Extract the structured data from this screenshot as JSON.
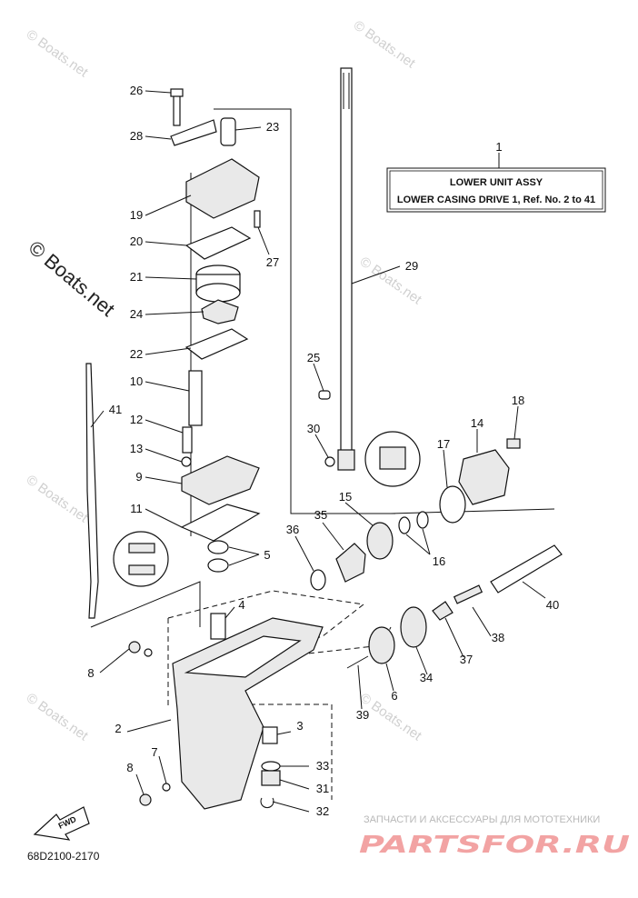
{
  "assembly_box": {
    "line1": "LOWER UNIT ASSY",
    "line2": "LOWER CASING DRIVE 1, Ref. No. 2 to 41"
  },
  "callouts": [
    "26",
    "28",
    "23",
    "19",
    "20",
    "27",
    "21",
    "24",
    "22",
    "10",
    "12",
    "13",
    "9",
    "11",
    "5",
    "4",
    "41",
    "8",
    "2",
    "7",
    "8",
    "3",
    "33",
    "31",
    "32",
    "29",
    "25",
    "30",
    "1",
    "18",
    "14",
    "17",
    "15",
    "35",
    "36",
    "16",
    "40",
    "38",
    "37",
    "34",
    "6",
    "39"
  ],
  "watermarks": {
    "side": "© Boats.net",
    "faint": "© Boats.net"
  },
  "fwd_label": "FWD",
  "diagram_code": "68D2100-2170",
  "brand": {
    "subtitle": "ЗАПЧАСТИ И АКСЕССУАРЫ ДЛЯ МОТОТЕХНИКИ",
    "logo": "PARTSFOR.RU"
  },
  "colors": {
    "ink": "#111111",
    "watermark": "#d0d0d0",
    "brand_logo": "#f2a3a3"
  }
}
